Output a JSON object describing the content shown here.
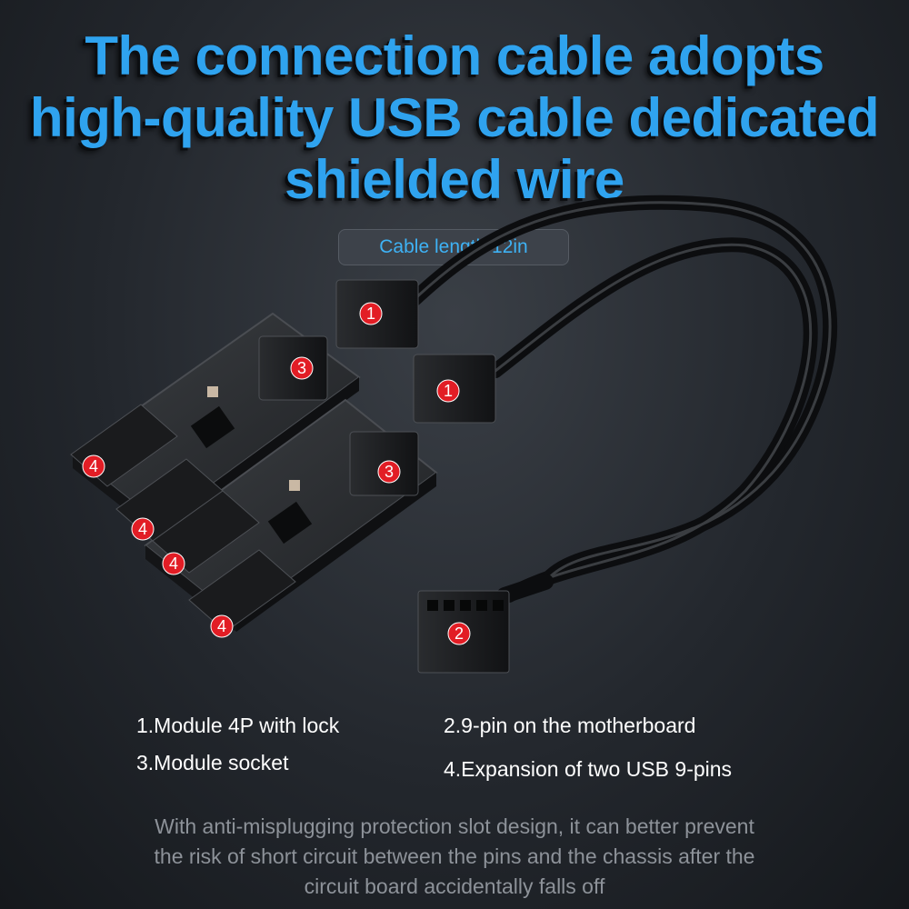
{
  "headline": {
    "line1": "The connection cable adopts",
    "line2": "high-quality USB cable dedicated",
    "line3": "shielded wire"
  },
  "cable_length": "Cable length 12in",
  "badges": {
    "module_4p": "1",
    "motherboard_9pin": "2",
    "module_socket": "3",
    "usb_expansion": "4"
  },
  "legend": {
    "item1": "1.Module 4P with lock",
    "item2": "2.9-pin on the motherboard",
    "item3": "3.Module socket",
    "item4": "4.Expansion of two USB 9-pins"
  },
  "note": {
    "line1": "With anti-misplugging protection slot design, it can better prevent",
    "line2": "the risk of short circuit between the pins and the chassis after the",
    "line3": "circuit board accidentally falls off"
  },
  "colors": {
    "headline": "#2fa3ef",
    "badge": "#e21d25",
    "background": "#23272d"
  }
}
